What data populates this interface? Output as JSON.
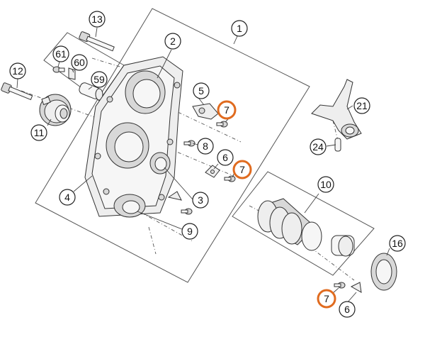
{
  "highlight_color": "#e06b1f",
  "callouts": {
    "c1": "1",
    "c2": "2",
    "c3": "3",
    "c4": "4",
    "c5": "5",
    "c6a": "6",
    "c6b": "6",
    "c7a": "7",
    "c7b": "7",
    "c7c": "7",
    "c8": "8",
    "c9": "9",
    "c10": "10",
    "c11": "11",
    "c12": "12",
    "c13": "13",
    "c16": "16",
    "c21": "21",
    "c24": "24",
    "c59": "59",
    "c60": "60",
    "c61": "61"
  }
}
